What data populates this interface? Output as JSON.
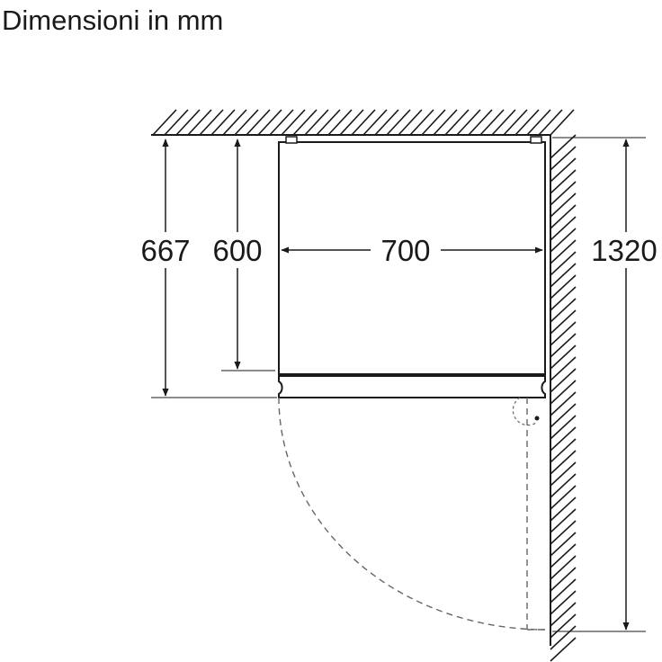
{
  "title": "Dimensioni in mm",
  "dimensions": {
    "total_depth_with_door": "667",
    "cabinet_depth": "600",
    "width": "700",
    "door_open_depth": "1320"
  },
  "colors": {
    "line": "#1a1a1a",
    "dashed": "#666666",
    "hatch": "#1a1a1a"
  }
}
